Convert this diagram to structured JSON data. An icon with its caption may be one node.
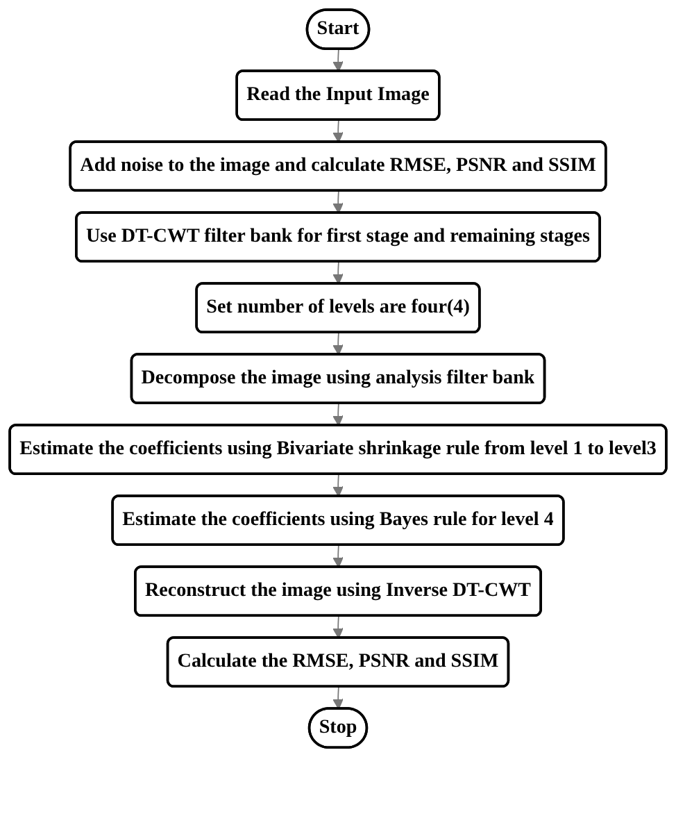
{
  "diagram": {
    "nodes": [
      {
        "text": [
          "Start"
        ]
      },
      {
        "text": [
          "Read the Input Image"
        ]
      },
      {
        "text": [
          "Add noise to the image and calculate RMSE, PSNR and SSIM"
        ]
      },
      {
        "text": [
          "Use DT-CWT filter bank for first stage and remaining stages"
        ]
      },
      {
        "text": [
          "Set number of levels are four(4)"
        ]
      },
      {
        "text": [
          "Decompose the image using analysis filter bank"
        ]
      },
      {
        "text": [
          "Estimate the coefficients using Bivariate shrinkage rule from level 1 to level3"
        ]
      },
      {
        "text": [
          "Estimate the coefficients using Bayes rule for level 4"
        ]
      },
      {
        "text": [
          "Reconstruct the image using Inverse DT-CWT"
        ]
      },
      {
        "text": [
          "Calculate the RMSE, PSNR and SSIM"
        ]
      },
      {
        "text": [
          "Stop"
        ]
      }
    ],
    "edges": [
      {
        "from": 0,
        "to": 1,
        "arrow": "to"
      },
      {
        "from": 1,
        "to": 2,
        "arrow": "to"
      },
      {
        "from": 2,
        "to": 3,
        "arrow": "to"
      },
      {
        "from": 3,
        "to": 4,
        "arrow": "to"
      },
      {
        "from": 4,
        "to": 5,
        "arrow": "to"
      },
      {
        "from": 5,
        "to": 6,
        "arrow": "to"
      },
      {
        "from": 6,
        "to": 7,
        "arrow": "to"
      },
      {
        "from": 7,
        "to": 8,
        "arrow": "to"
      },
      {
        "from": 8,
        "to": 9,
        "arrow": "to"
      },
      {
        "from": 9,
        "to": 10,
        "arrow": "to"
      }
    ]
  }
}
